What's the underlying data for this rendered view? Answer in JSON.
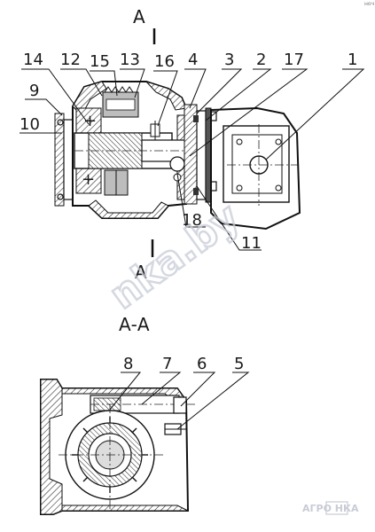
{
  "section_marks": {
    "top": "А",
    "bottom": "А",
    "view_title": "А-А"
  },
  "callouts_side_view": [
    "14",
    "12",
    "15",
    "13",
    "16",
    "4",
    "3",
    "2",
    "17",
    "1",
    "9",
    "10",
    "18",
    "11"
  ],
  "callouts_section_view": [
    "8",
    "7",
    "6",
    "5"
  ],
  "watermark": {
    "main": "nka.by",
    "logo": "АГРО НКА"
  },
  "corner_mark": "ноч"
}
